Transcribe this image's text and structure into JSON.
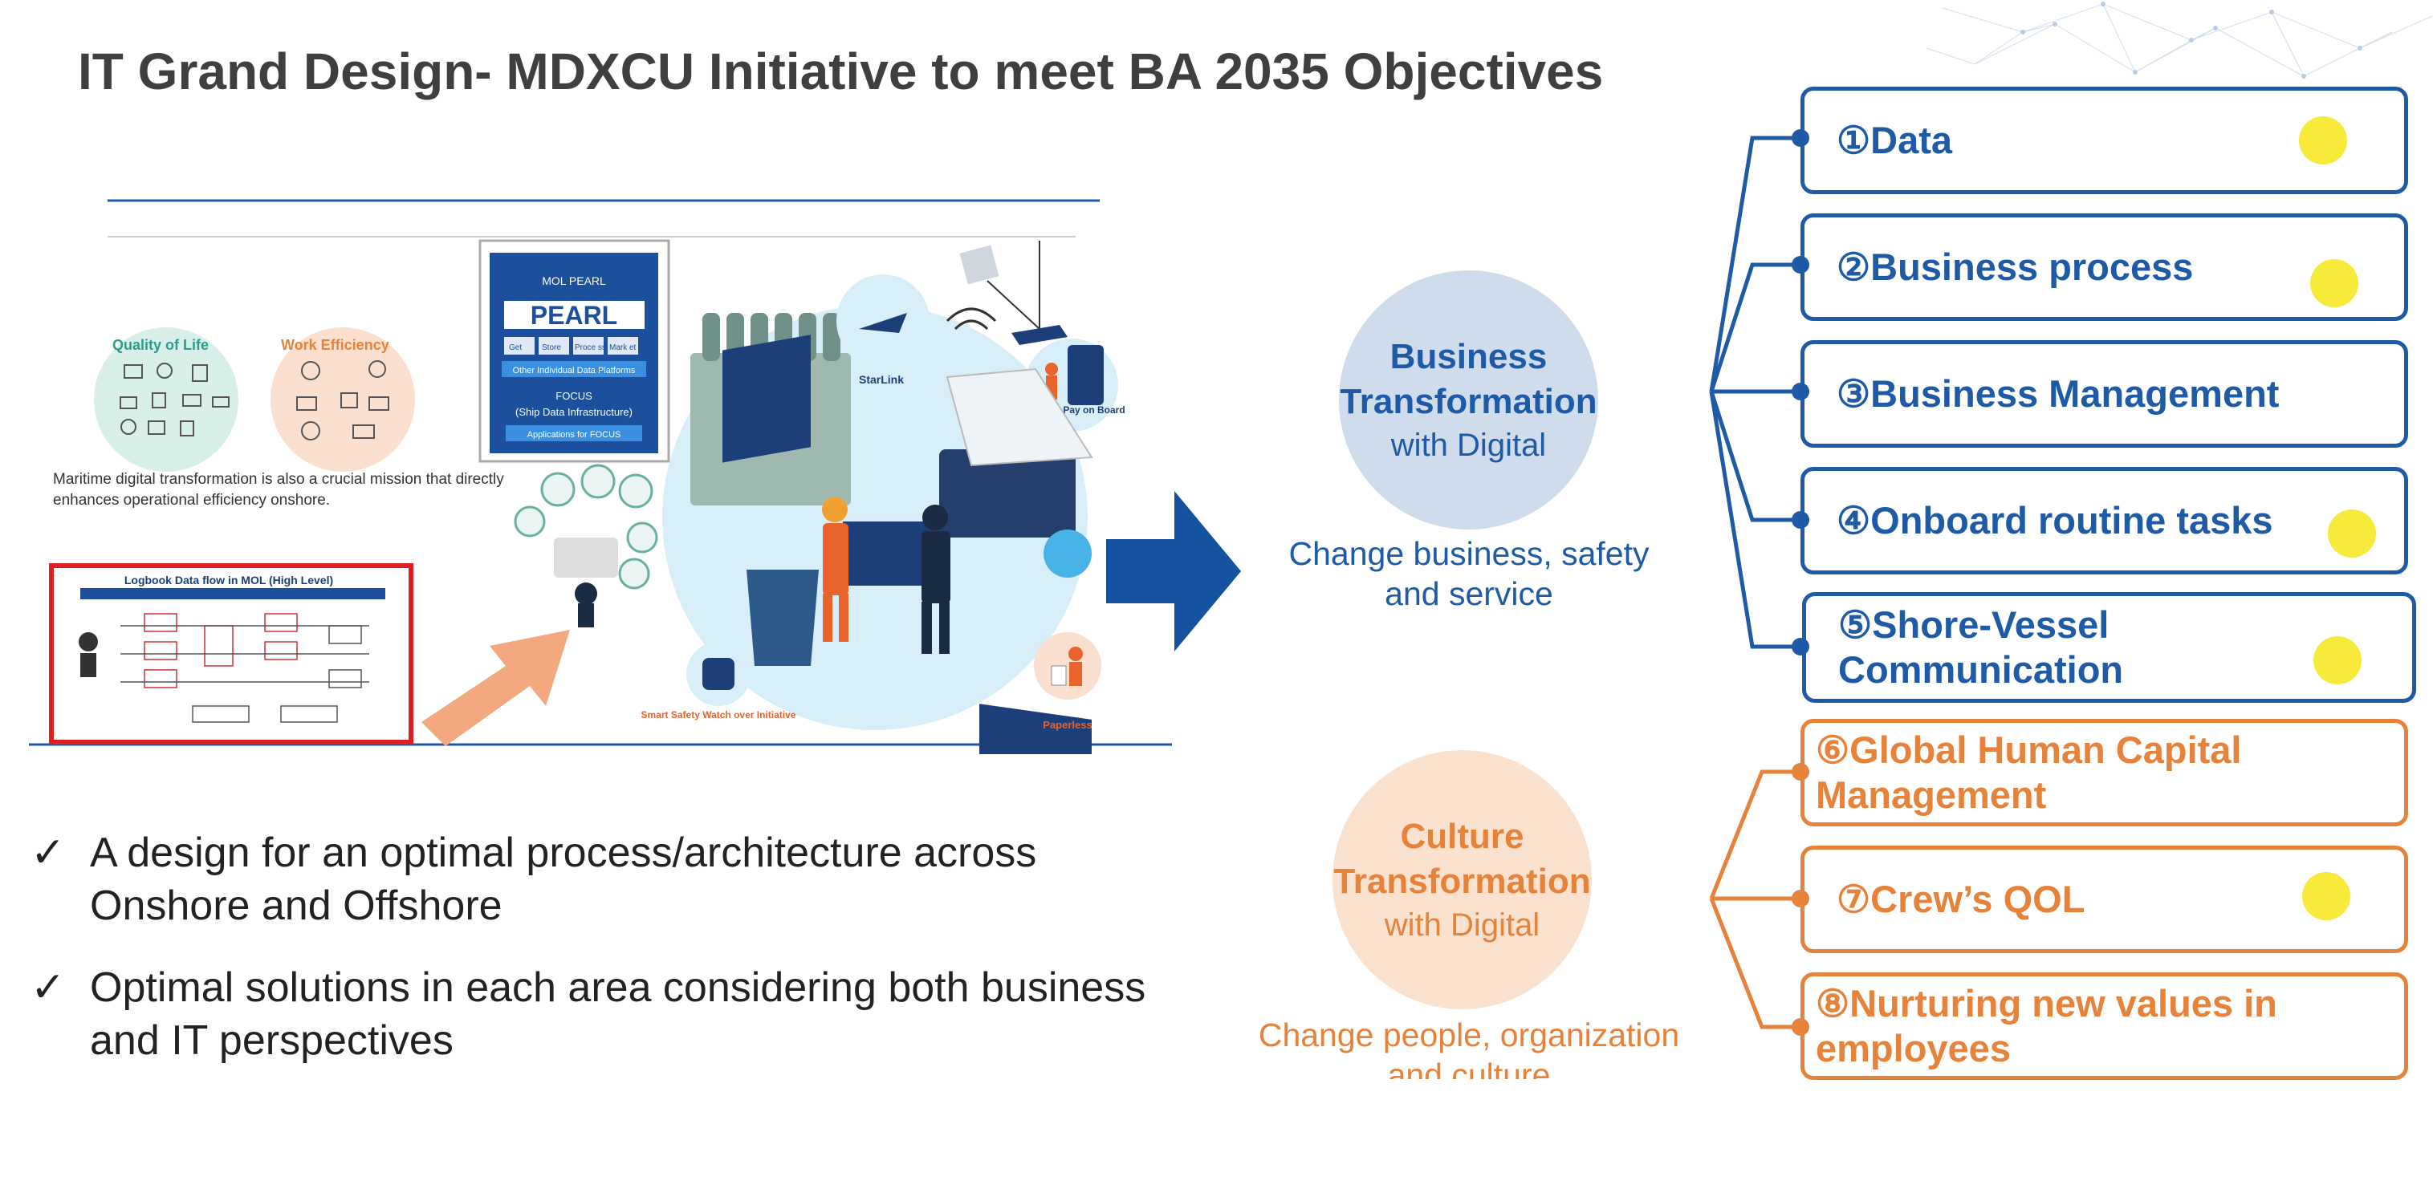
{
  "title": "IT Grand Design- MDXCU Initiative to meet BA 2035 Objectives",
  "illustration": {
    "quality_of_life": "Quality of Life",
    "work_efficiency": "Work Efficiency",
    "pearl_header": "MOL PEARL",
    "pearl_logo": "PEARL",
    "pearl_buttons": [
      "Get",
      "Store",
      "Proce ssing",
      "Mark et"
    ],
    "pearl_other": "Other Individual Data Platforms",
    "focus_title": "FOCUS",
    "focus_subtitle": "(Ship Data Infrastructure)",
    "focus_apps": "Applications for FOCUS",
    "starlink": "StarLink",
    "cashless": "Cashless Pay on Board",
    "maritime_text": "Maritime digital transformation is also a crucial mission that directly enhances operational efficiency onshore.",
    "logbook_title": "Logbook Data flow in MOL (High Level)",
    "smart_watch": "Smart Safety Watch over Initiative",
    "paperless": "Paperless"
  },
  "bullets": [
    "A design for an optimal process/architecture across Onshore and Offshore",
    "Optimal solutions in each area considering both business and IT perspectives"
  ],
  "check_glyph": "✓",
  "business": {
    "line1": "Business",
    "line2": "Transformation",
    "line3": "with Digital",
    "subtitle": "Change business, safety and service"
  },
  "culture": {
    "line1": "Culture",
    "line2": "Transformation",
    "line3": "with Digital",
    "subtitle": "Change people, organization and culture"
  },
  "items": [
    {
      "label": "①Data",
      "highlight": true
    },
    {
      "label": "②Business process",
      "highlight": true
    },
    {
      "label": "③Business Management",
      "highlight": false
    },
    {
      "label": "④Onboard routine tasks",
      "highlight": true
    },
    {
      "label": "⑤Shore-Vessel Communication",
      "highlight": true
    },
    {
      "label": "⑥Global Human Capital Management",
      "highlight": false
    },
    {
      "label": "⑦Crew’s QOL",
      "highlight": true
    },
    {
      "label": "⑧Nurturing new values in employees",
      "highlight": false
    }
  ],
  "colors": {
    "blue": "#1f5aa6",
    "orange": "#e6823a",
    "highlight": "#f7ea3a",
    "arrow": "#1553a0"
  }
}
